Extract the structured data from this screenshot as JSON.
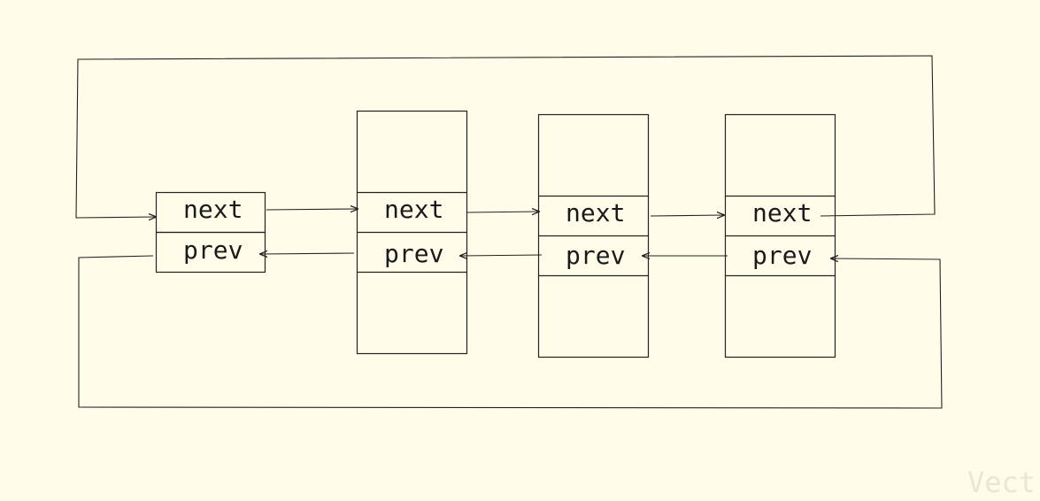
{
  "nodes": [
    {
      "next_label": "next",
      "prev_label": "prev"
    },
    {
      "next_label": "next",
      "prev_label": "prev"
    },
    {
      "next_label": "next",
      "prev_label": "prev"
    },
    {
      "next_label": "next",
      "prev_label": "prev"
    }
  ],
  "watermark": "Vect",
  "colors": {
    "background": "#fffde9",
    "stroke": "#222222",
    "text": "#1a1a1a"
  }
}
